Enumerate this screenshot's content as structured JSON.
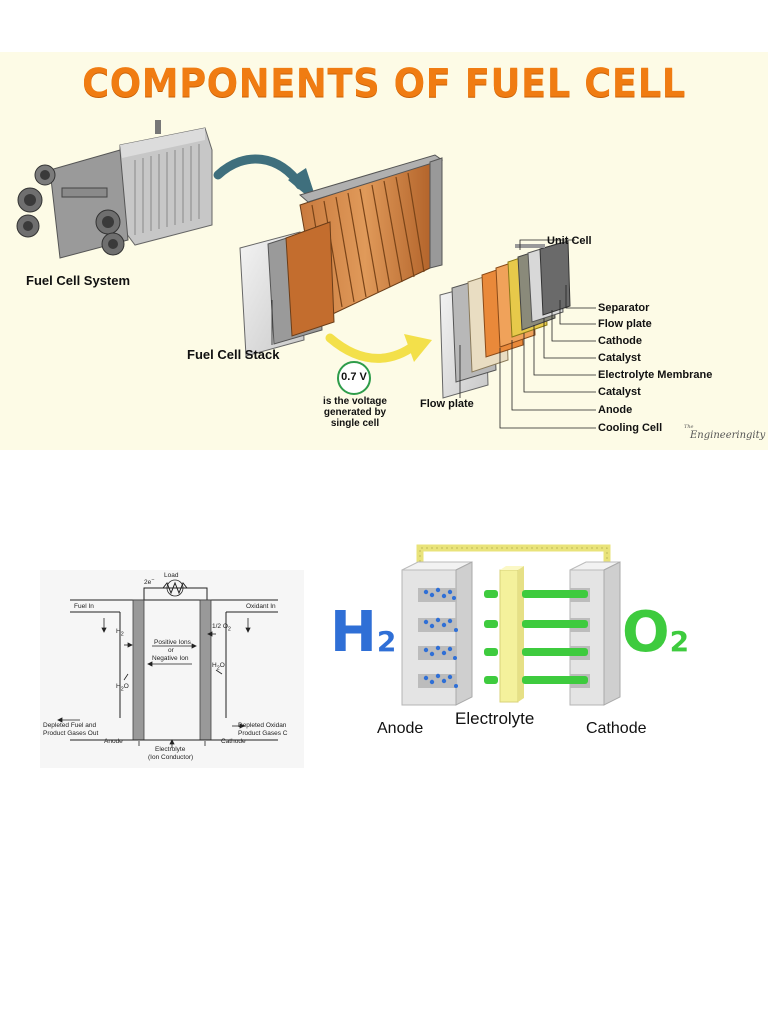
{
  "title": "COMPONENTS OF FUEL CELL",
  "top_labels": {
    "fuel_cell_system": "Fuel Cell System",
    "fuel_cell_stack": "Fuel Cell Stack",
    "flow_plate": "Flow plate",
    "unit_cell": "Unit Cell",
    "voltage_value": "0.7 V",
    "voltage_caption_1": "is the voltage",
    "voltage_caption_2": "generated by",
    "voltage_caption_3": "single cell",
    "watermark_small": "The",
    "watermark": "Engineeringity"
  },
  "unit_cell_parts": [
    "Separator",
    "Flow plate",
    "Cathode",
    "Catalyst",
    "Electrolyte Membrane",
    "Catalyst",
    "Anode",
    "Cooling Cell"
  ],
  "schematic": {
    "electrons": "2e",
    "electrons_sup": "−",
    "load": "Load",
    "fuel_in": "Fuel In",
    "oxidant_in": "Oxidant In",
    "h2": "H",
    "h2_sub": "2",
    "half_o2_prefix": "1/2 O",
    "half_o2_sub": "2",
    "positive_ions": "Positive Ions",
    "or": "or",
    "negative_ion": "Negative Ion",
    "h2o_left": "H",
    "h2o_left_sub": "2",
    "h2o_left_suffix": "O",
    "h2o_right": "H",
    "h2o_right_sub": "2",
    "h2o_right_suffix": "O",
    "depleted_fuel_1": "Depleted Fuel and",
    "depleted_fuel_2": "Product Gases Out",
    "depleted_oxidant_1": "Depleted Oxidan",
    "depleted_oxidant_2": "Product Gases C",
    "anode": "Anode",
    "cathode": "Cathode",
    "electrolyte": "Electrolyte",
    "ion_conductor": "(Ion Conductor)"
  },
  "cell3d": {
    "h2_main": "H",
    "h2_sub": "2",
    "o2_main": "O",
    "o2_sub": "2",
    "anode": "Anode",
    "electrolyte": "Electrolyte",
    "cathode": "Cathode"
  },
  "colors": {
    "title_orange": "#f07c12",
    "panel_bg": "#fdfbe6",
    "arrow_teal": "#3f6f7d",
    "arrow_yellow": "#f3e04a",
    "voltage_green": "#2e9c4a",
    "h2_blue": "#2f6fd6",
    "o2_green": "#3ecb3e",
    "electrolyte_yellow": "#f4f19c"
  }
}
